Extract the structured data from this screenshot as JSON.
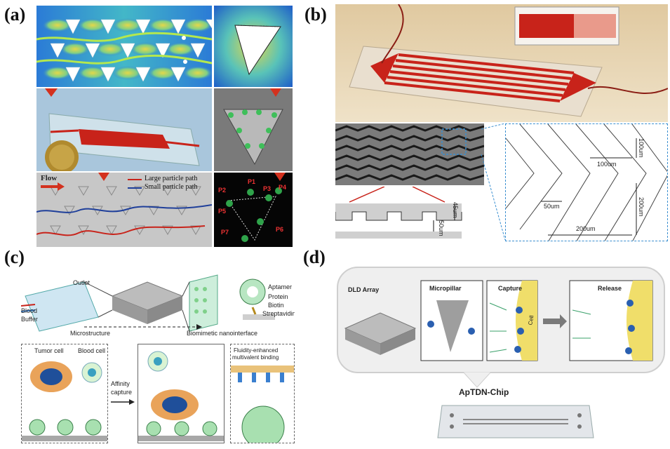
{
  "panels": {
    "a": {
      "letter": "(a)",
      "flow_label": "Flow",
      "legend": {
        "large": "Large particle path",
        "small": "Small particle path"
      },
      "points": [
        "P1",
        "P2",
        "P3",
        "P4",
        "P5",
        "P6",
        "P7"
      ]
    },
    "b": {
      "letter": "(b)",
      "dims": {
        "d100um": "100um",
        "d100": "100um",
        "d50": "50um",
        "d200um": "200um",
        "d200": "200um",
        "d45": "45um",
        "d50v": "50um"
      }
    },
    "c": {
      "letter": "(c)",
      "labels": {
        "outlet": "Outlet",
        "blood": "Blood",
        "buffer": "Buffer",
        "microstructure": "Microstructure",
        "nanointerface": "Biomimetic nanointerface",
        "aptamer": "Aptamer",
        "protein": "Protein",
        "biotin": "Biotin",
        "streptavidin": "Streptavidin",
        "tumor": "Tumor cell",
        "bloodcell": "Blood cell",
        "affinity": "Affinity",
        "capture": "capture",
        "fluidity1": "Fluidity-enhanced",
        "fluidity2": "multivalent binding"
      }
    },
    "d": {
      "letter": "(d)",
      "labels": {
        "dld": "DLD Array",
        "micropillar": "Micropillar",
        "capture": "Capture",
        "release": "Release",
        "cell": "Cell",
        "chip": "ApTDN-Chip"
      }
    }
  },
  "colors": {
    "red_channel": "#c8231a",
    "field_blue": "#2b7bd6",
    "field_yellow": "#e3d74a",
    "dark": "#111111",
    "blue_dash": "#3a8fd0"
  }
}
